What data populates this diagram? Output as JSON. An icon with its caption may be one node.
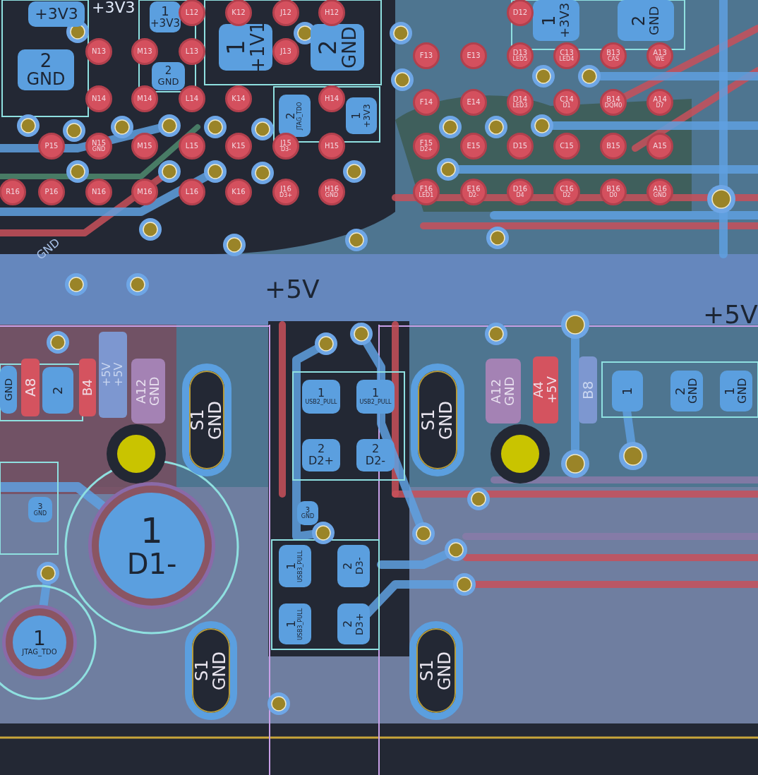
{
  "diagram": {
    "nodes": [
      {
        "text": [
          "+3V3"
        ]
      },
      {
        "text": [
          "1",
          "+3V3"
        ]
      },
      {
        "text": [
          "1",
          "+1V1"
        ]
      },
      {
        "text": [
          "2",
          "GND"
        ]
      },
      {
        "text": [
          "1",
          "+3V3"
        ]
      },
      {
        "text": [
          "2",
          "GND"
        ]
      },
      {
        "text": [
          "L12"
        ]
      },
      {
        "text": [
          "K12"
        ]
      },
      {
        "text": [
          "J12"
        ]
      },
      {
        "text": [
          "H12"
        ]
      },
      {
        "text": [
          "D12"
        ]
      },
      {
        "text": [
          "2",
          "GND"
        ]
      },
      {
        "text": [
          "2",
          "GND"
        ]
      },
      {
        "text": [
          "N13"
        ]
      },
      {
        "text": [
          "M13"
        ]
      },
      {
        "text": [
          "L13"
        ]
      },
      {
        "text": [
          "J13"
        ]
      },
      {
        "text": [
          "F13"
        ]
      },
      {
        "text": [
          "E13"
        ]
      },
      {
        "text": [
          "D13",
          "LED5"
        ]
      },
      {
        "text": [
          "C13",
          "LED4"
        ]
      },
      {
        "text": [
          "B13",
          "CAS"
        ]
      },
      {
        "text": [
          "A13",
          "WE"
        ]
      },
      {
        "text": [
          "N14"
        ]
      },
      {
        "text": [
          "M14"
        ]
      },
      {
        "text": [
          "L14"
        ]
      },
      {
        "text": [
          "K14"
        ]
      },
      {
        "text": [
          "2",
          "JTAG_TDO"
        ]
      },
      {
        "text": [
          "H14"
        ]
      },
      {
        "text": [
          "1",
          "+3V3"
        ]
      },
      {
        "text": [
          "F14"
        ]
      },
      {
        "text": [
          "E14"
        ]
      },
      {
        "text": [
          "D14",
          "LED3"
        ]
      },
      {
        "text": [
          "C14",
          "D1"
        ]
      },
      {
        "text": [
          "B14",
          "DQM0"
        ]
      },
      {
        "text": [
          "A14",
          "D7"
        ]
      },
      {
        "text": [
          "P15"
        ]
      },
      {
        "text": [
          "N15",
          "GND"
        ]
      },
      {
        "text": [
          "M15"
        ]
      },
      {
        "text": [
          "L15"
        ]
      },
      {
        "text": [
          "K15"
        ]
      },
      {
        "text": [
          "J15",
          "D3-"
        ]
      },
      {
        "text": [
          "H15"
        ]
      },
      {
        "text": [
          "F15",
          "D2+"
        ]
      },
      {
        "text": [
          "E15"
        ]
      },
      {
        "text": [
          "D15"
        ]
      },
      {
        "text": [
          "C15"
        ]
      },
      {
        "text": [
          "B15"
        ]
      },
      {
        "text": [
          "A15"
        ]
      },
      {
        "text": [
          "R16"
        ]
      },
      {
        "text": [
          "P16"
        ]
      },
      {
        "text": [
          "N16"
        ]
      },
      {
        "text": [
          "M16"
        ]
      },
      {
        "text": [
          "L16"
        ]
      },
      {
        "text": [
          "K16"
        ]
      },
      {
        "text": [
          "J16",
          "D3+"
        ]
      },
      {
        "text": [
          "H16",
          "GND"
        ]
      },
      {
        "text": [
          "F16",
          "LED1"
        ]
      },
      {
        "text": [
          "E16",
          "D2-"
        ]
      },
      {
        "text": [
          "D16",
          "D4"
        ]
      },
      {
        "text": [
          "C16",
          "D2"
        ]
      },
      {
        "text": [
          "B16",
          "D0"
        ]
      },
      {
        "text": [
          "A16",
          "GND"
        ]
      },
      {
        "text": [
          "GND"
        ]
      },
      {
        "text": [
          "A8"
        ]
      },
      {
        "text": [
          "2"
        ]
      },
      {
        "text": [
          "B4"
        ]
      },
      {
        "text": [
          "+5V",
          "+5V"
        ]
      },
      {
        "text": [
          "A12",
          "GND"
        ]
      },
      {
        "text": [
          "S1",
          "GND"
        ]
      },
      {
        "text": [
          "1",
          "USB2_PULL"
        ]
      },
      {
        "text": [
          "1",
          "USB2_PULL"
        ]
      },
      {
        "text": [
          "S1",
          "GND"
        ]
      },
      {
        "text": [
          "A12",
          "GND"
        ]
      },
      {
        "text": [
          "A4",
          "+5V"
        ]
      },
      {
        "text": [
          "B8"
        ]
      },
      {
        "text": [
          "1"
        ]
      },
      {
        "text": [
          "2",
          "GND"
        ]
      },
      {
        "text": [
          "1",
          "GND"
        ]
      },
      {
        "text": [
          "2",
          "D2+"
        ]
      },
      {
        "text": [
          "2",
          "D2-"
        ]
      },
      {
        "text": [
          "3",
          "GND"
        ]
      },
      {
        "text": [
          "3",
          "GND"
        ]
      },
      {
        "text": [
          "1",
          "D1-"
        ]
      },
      {
        "text": [
          "1",
          "USB3_PULL"
        ]
      },
      {
        "text": [
          "2",
          "D3-"
        ]
      },
      {
        "text": [
          "1",
          "USB3_PULL"
        ]
      },
      {
        "text": [
          "2",
          "D3+"
        ]
      },
      {
        "text": [
          "1",
          "JTAG_TDO"
        ]
      },
      {
        "text": [
          "S1",
          "GND"
        ]
      },
      {
        "text": [
          "S1",
          "GND"
        ]
      }
    ],
    "labels": [
      "+3V3",
      "GND",
      "+5V",
      "+5V"
    ]
  }
}
